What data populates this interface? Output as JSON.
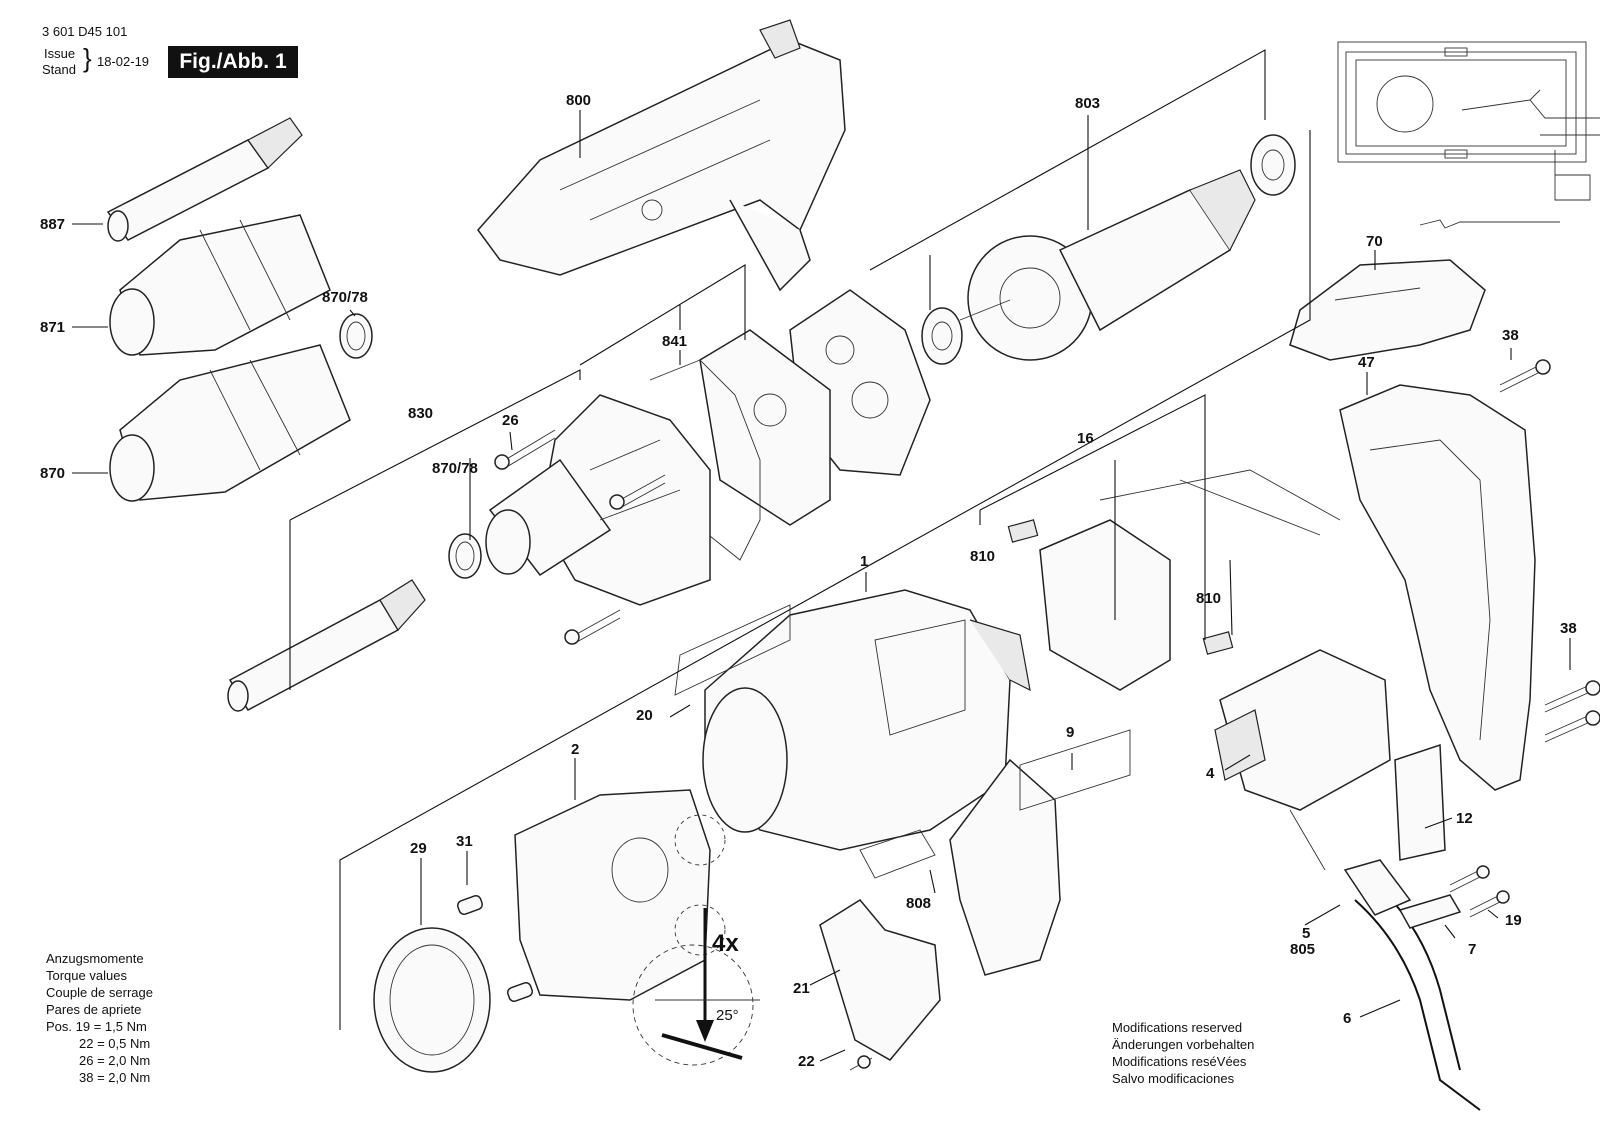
{
  "header": {
    "doc_number": "3 601 D45 101",
    "issue_label": "Issue",
    "stand_label": "Stand",
    "date": "18-02-19",
    "figure_label": "Fig./Abb. 1"
  },
  "callouts": {
    "p887": "887",
    "p871": "871",
    "p870a": "870/78",
    "p870": "870",
    "p830": "830",
    "p870b": "870/78",
    "p26": "26",
    "p841": "841",
    "p800": "800",
    "p803": "803",
    "p70": "70",
    "p38a": "38",
    "p47": "47",
    "p16": "16",
    "p810a": "810",
    "p810b": "810",
    "p1": "1",
    "p20": "20",
    "p9": "9",
    "p38b": "38",
    "p4": "4",
    "p12": "12",
    "p2": "2",
    "p31": "31",
    "p29": "29",
    "p808": "808",
    "p19": "19",
    "p5": "5",
    "p805": "805",
    "p7": "7",
    "p21": "21",
    "p22": "22",
    "p6": "6",
    "qty4x": "4x",
    "angle": "25°"
  },
  "torque_note": {
    "line1": "Anzugsmomente",
    "line2": "Torque values",
    "line3": "Couple de serrage",
    "line4": "Pares de apriete",
    "line5": "Pos. 19 = 1,5 Nm",
    "line6": "22 = 0,5 Nm",
    "line7": "26 = 2,0 Nm",
    "line8": "38 = 2,0 Nm"
  },
  "modifications_note": {
    "line1": "Modifications reserved",
    "line2": "Änderungen vorbehalten",
    "line3": "Modifications reséVées",
    "line4": "Salvo modificaciones"
  }
}
